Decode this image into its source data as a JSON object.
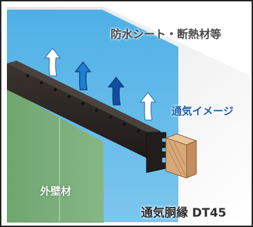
{
  "labels": {
    "sheet": "防水シート・断熱材等",
    "vent_image": "通気イメージ",
    "wall": "外壁材",
    "product": "通気胴縁 DT45"
  },
  "colors": {
    "frame_border": "#222222",
    "white_board": "#f2f2f2",
    "blue_sheet": "#5bb8e8",
    "wall_green": "#78ad78",
    "batten_dark": "#2b2522",
    "wood_end": "#d8a978",
    "arrow_white": "#ffffff",
    "arrow_blue": "#1c7fd0",
    "arrow_navy": "#0f4ea0",
    "vent_text": "#1a5fb4"
  },
  "arrows": [
    {
      "name": "airflow-arrow-white-left",
      "color": "arrow_white"
    },
    {
      "name": "airflow-arrow-blue",
      "color": "arrow_blue"
    },
    {
      "name": "airflow-arrow-navy",
      "color": "arrow_navy"
    },
    {
      "name": "airflow-arrow-white-right",
      "color": "arrow_white"
    }
  ]
}
